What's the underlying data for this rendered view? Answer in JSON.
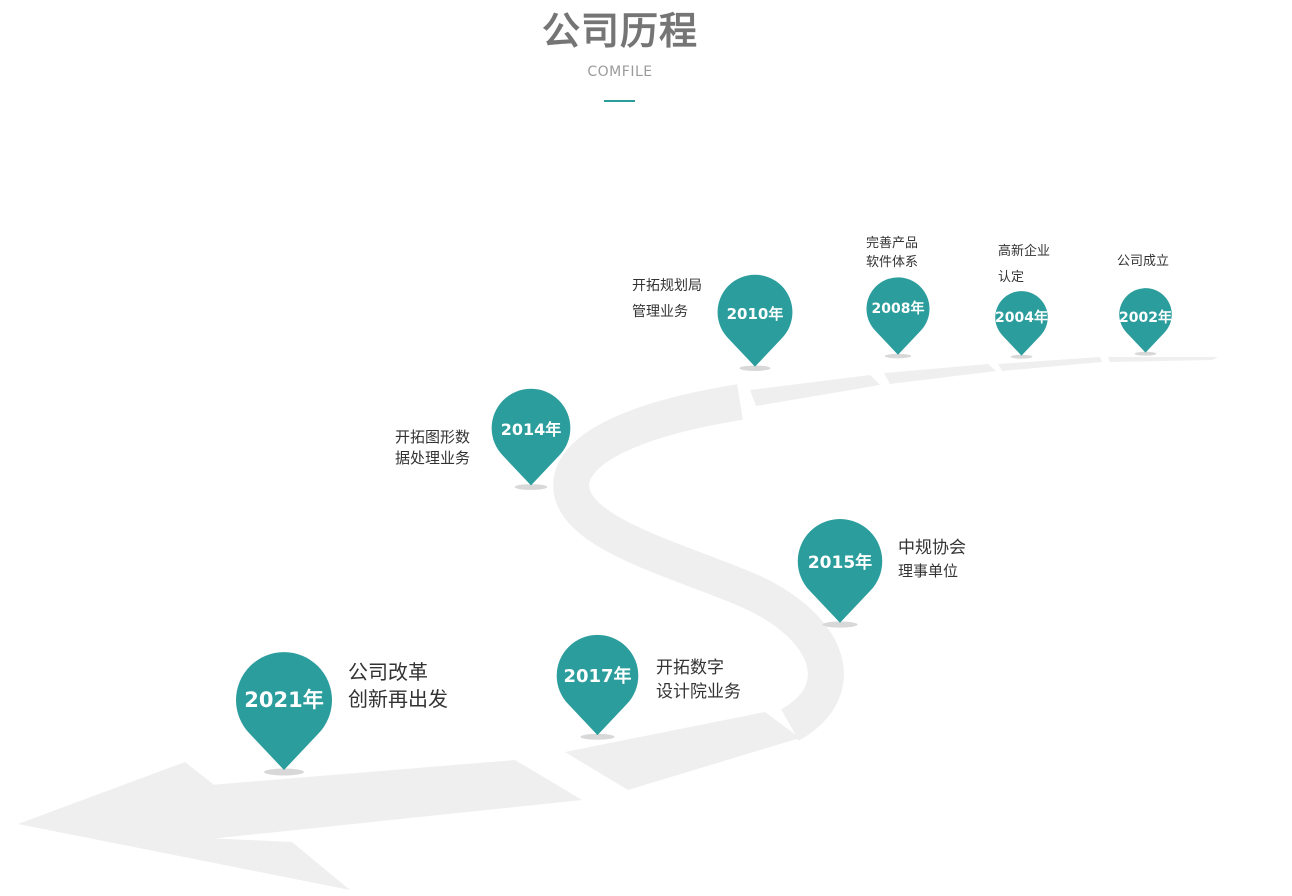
{
  "header": {
    "title": "公司历程",
    "subtitle": "COMFILE"
  },
  "colors": {
    "accent": "#2a9d9c",
    "road": "#efefef",
    "text": "#333333",
    "title": "#757575"
  },
  "milestones": [
    {
      "year": "2002年",
      "lines": [
        "公司成立"
      ]
    },
    {
      "year": "2004年",
      "lines": [
        "高新企业",
        "认定"
      ]
    },
    {
      "year": "2008年",
      "lines": [
        "完善产品",
        "软件体系"
      ]
    },
    {
      "year": "2010年",
      "lines": [
        "开拓规划局",
        "管理业务"
      ]
    },
    {
      "year": "2014年",
      "lines": [
        "开拓图形数",
        "据处理业务"
      ]
    },
    {
      "year": "2015年",
      "lines": [
        "中规协会",
        "理事单位"
      ]
    },
    {
      "year": "2017年",
      "lines": [
        "开拓数字",
        "设计院业务"
      ]
    },
    {
      "year": "2021年",
      "lines": [
        "公司改革",
        "创新再出发"
      ]
    }
  ]
}
